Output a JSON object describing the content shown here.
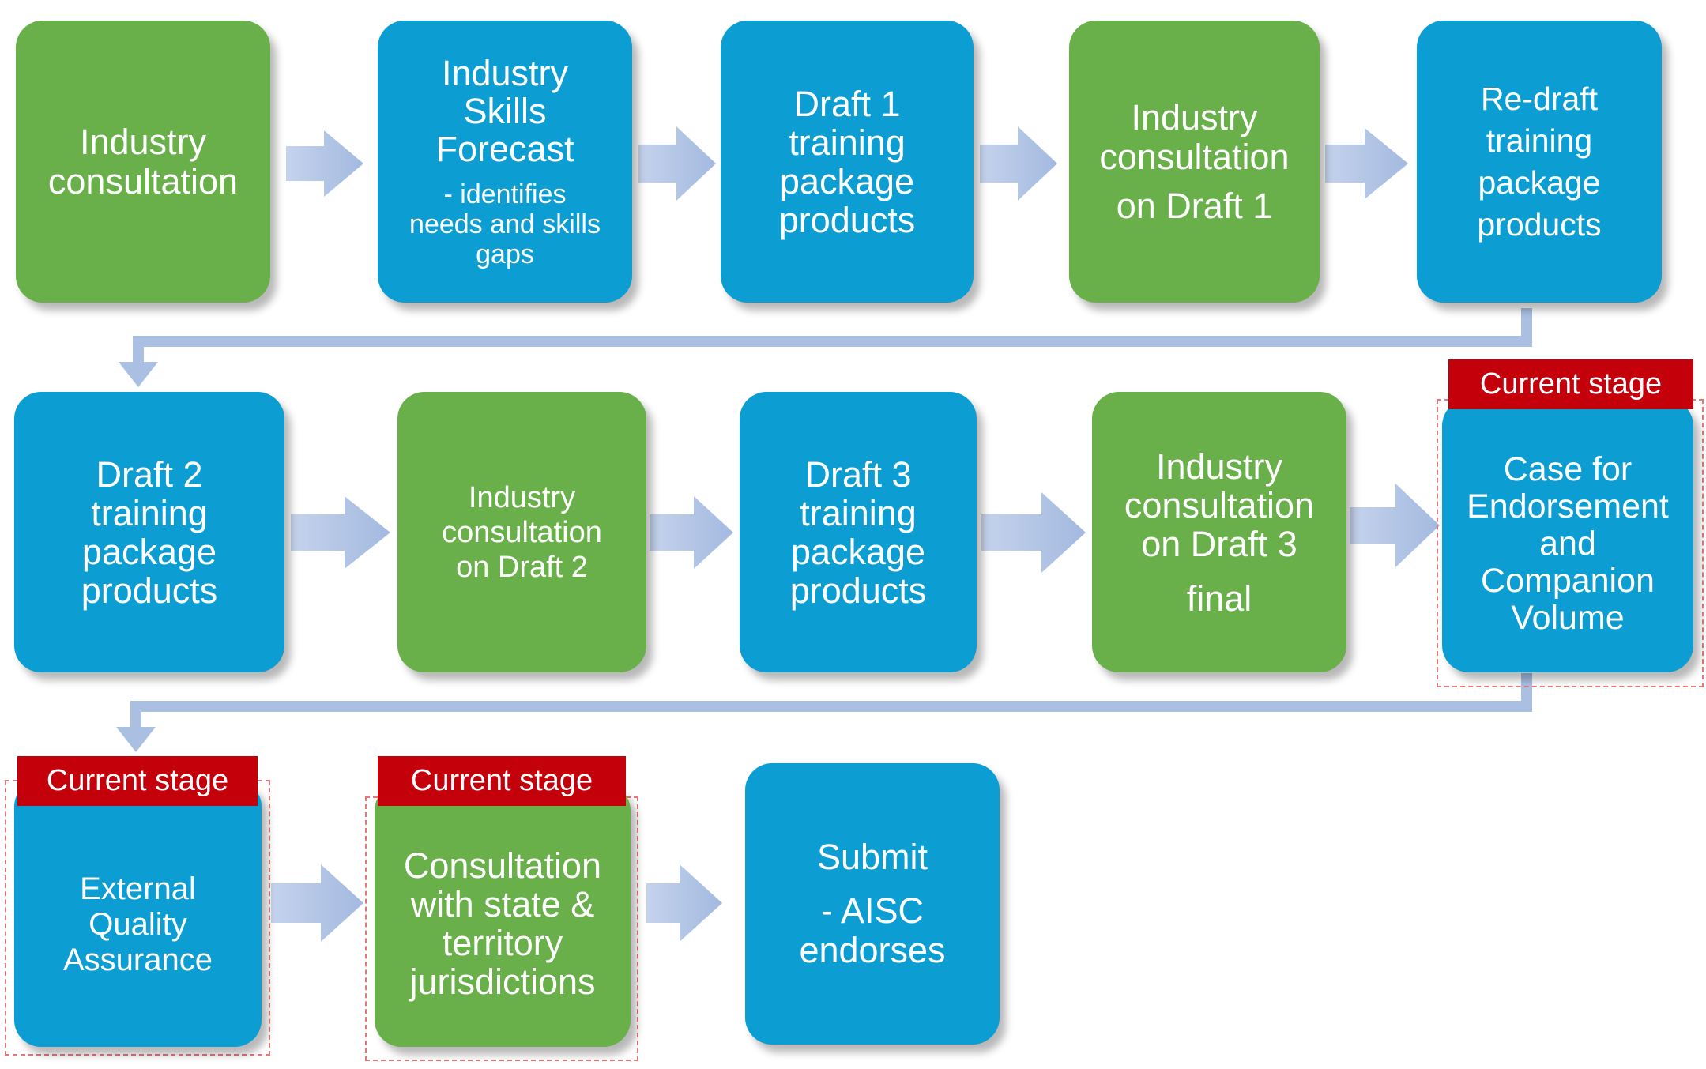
{
  "colors": {
    "green": "#6ab04a",
    "blue": "#0c9ed2",
    "arrow": "#aabfe2",
    "stage_tag": "#c4000b"
  },
  "stage_label": "Current stage",
  "steps": [
    {
      "id": "industry-consultation",
      "color": "green",
      "lines": [
        "Industry",
        "consultation"
      ]
    },
    {
      "id": "industry-skills-forecast",
      "color": "blue",
      "lines": [
        "Industry",
        "Skills",
        "Forecast"
      ],
      "sub": [
        "- identifies",
        "needs and skills",
        "gaps"
      ]
    },
    {
      "id": "draft-1",
      "color": "blue",
      "lines": [
        "Draft 1",
        "training",
        "package",
        "products"
      ]
    },
    {
      "id": "consultation-draft-1",
      "color": "green",
      "lines": [
        "Industry",
        "consultation",
        "on Draft 1"
      ]
    },
    {
      "id": "re-draft",
      "color": "blue",
      "lines": [
        "Re-draft",
        "training",
        "package",
        "products"
      ]
    },
    {
      "id": "draft-2",
      "color": "blue",
      "lines": [
        "Draft 2",
        "training",
        "package",
        "products"
      ]
    },
    {
      "id": "consultation-draft-2",
      "color": "green",
      "lines": [
        "Industry",
        "consultation",
        "on Draft 2"
      ]
    },
    {
      "id": "draft-3",
      "color": "blue",
      "lines": [
        "Draft 3",
        "training",
        "package",
        "products"
      ]
    },
    {
      "id": "consultation-draft-3",
      "color": "green",
      "lines": [
        "Industry",
        "consultation",
        "on Draft 3",
        "final"
      ]
    },
    {
      "id": "case-for-endorsement",
      "color": "blue",
      "lines": [
        "Case for",
        "Endorsement",
        "and",
        "Companion",
        "Volume"
      ],
      "current": true
    },
    {
      "id": "external-quality-assurance",
      "color": "blue",
      "lines": [
        "External",
        "Quality",
        "Assurance"
      ],
      "current": true
    },
    {
      "id": "consultation-state-territory",
      "color": "green",
      "lines": [
        "Consultation",
        "with state &",
        "territory",
        "jurisdictions"
      ],
      "current": true
    },
    {
      "id": "submit",
      "color": "blue",
      "lines": [
        "Submit"
      ],
      "sub": [
        "- AISC",
        "endorses"
      ]
    }
  ]
}
